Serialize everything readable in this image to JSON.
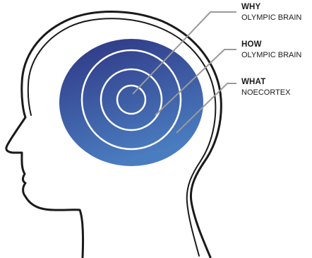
{
  "colors": {
    "background": "#ffffff",
    "head_outline": "#1a1a1a",
    "brain_gradient_top": "#2e3582",
    "brain_gradient_bottom": "#4a7cc0",
    "rings": "#ffffff",
    "leader_lines": "#9a9a9a"
  },
  "labels": [
    {
      "heading": "WHY",
      "sub": "OLYMPIC BRAIN"
    },
    {
      "heading": "HOW",
      "sub": "OLYMPIC BRAIN"
    },
    {
      "heading": "WHAT",
      "sub": "NOECORTEX"
    }
  ]
}
